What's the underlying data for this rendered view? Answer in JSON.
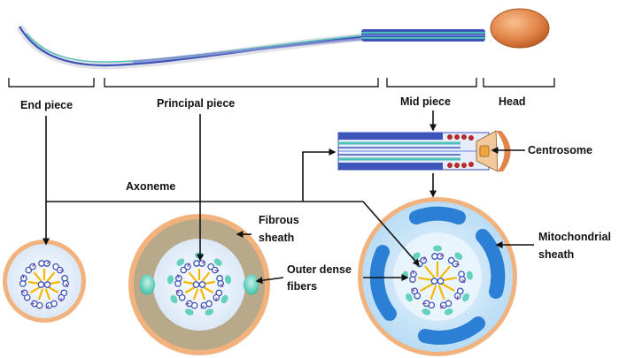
{
  "labels": {
    "end_piece": "End piece",
    "principal_piece": "Principal piece",
    "mid_piece": "Mid piece",
    "head": "Head",
    "centrosome": "Centrosome",
    "axoneme": "Axoneme",
    "fibrous_sheath_line1": "Fibrous",
    "fibrous_sheath_line2": "sheath",
    "outer_dense_fibers_line1": "Outer dense",
    "outer_dense_fibers_line2": "fibers",
    "mitochondrial_sheath_line1": "Mitochondrial",
    "mitochondrial_sheath_line2": "sheath"
  },
  "colors": {
    "head": "#e2854a",
    "tail_blue": "#3d54b8",
    "tail_teal": "#4ec0b8",
    "membrane": "#f2b27e",
    "cytoplasm": "#f3f6fb",
    "fibrous_sheath": "#b8a98a",
    "mitochondria": "#2b7fd4",
    "mito_matrix": "#bfe0f7",
    "dense_fiber": "#55cdb8",
    "spoke": "#f5b800",
    "mito_beads": "#b52a2a",
    "arrow": "#111111"
  },
  "icons": {
    "arrow": "arrow-down-icon",
    "doublet": "microtubule-doublet-icon"
  }
}
